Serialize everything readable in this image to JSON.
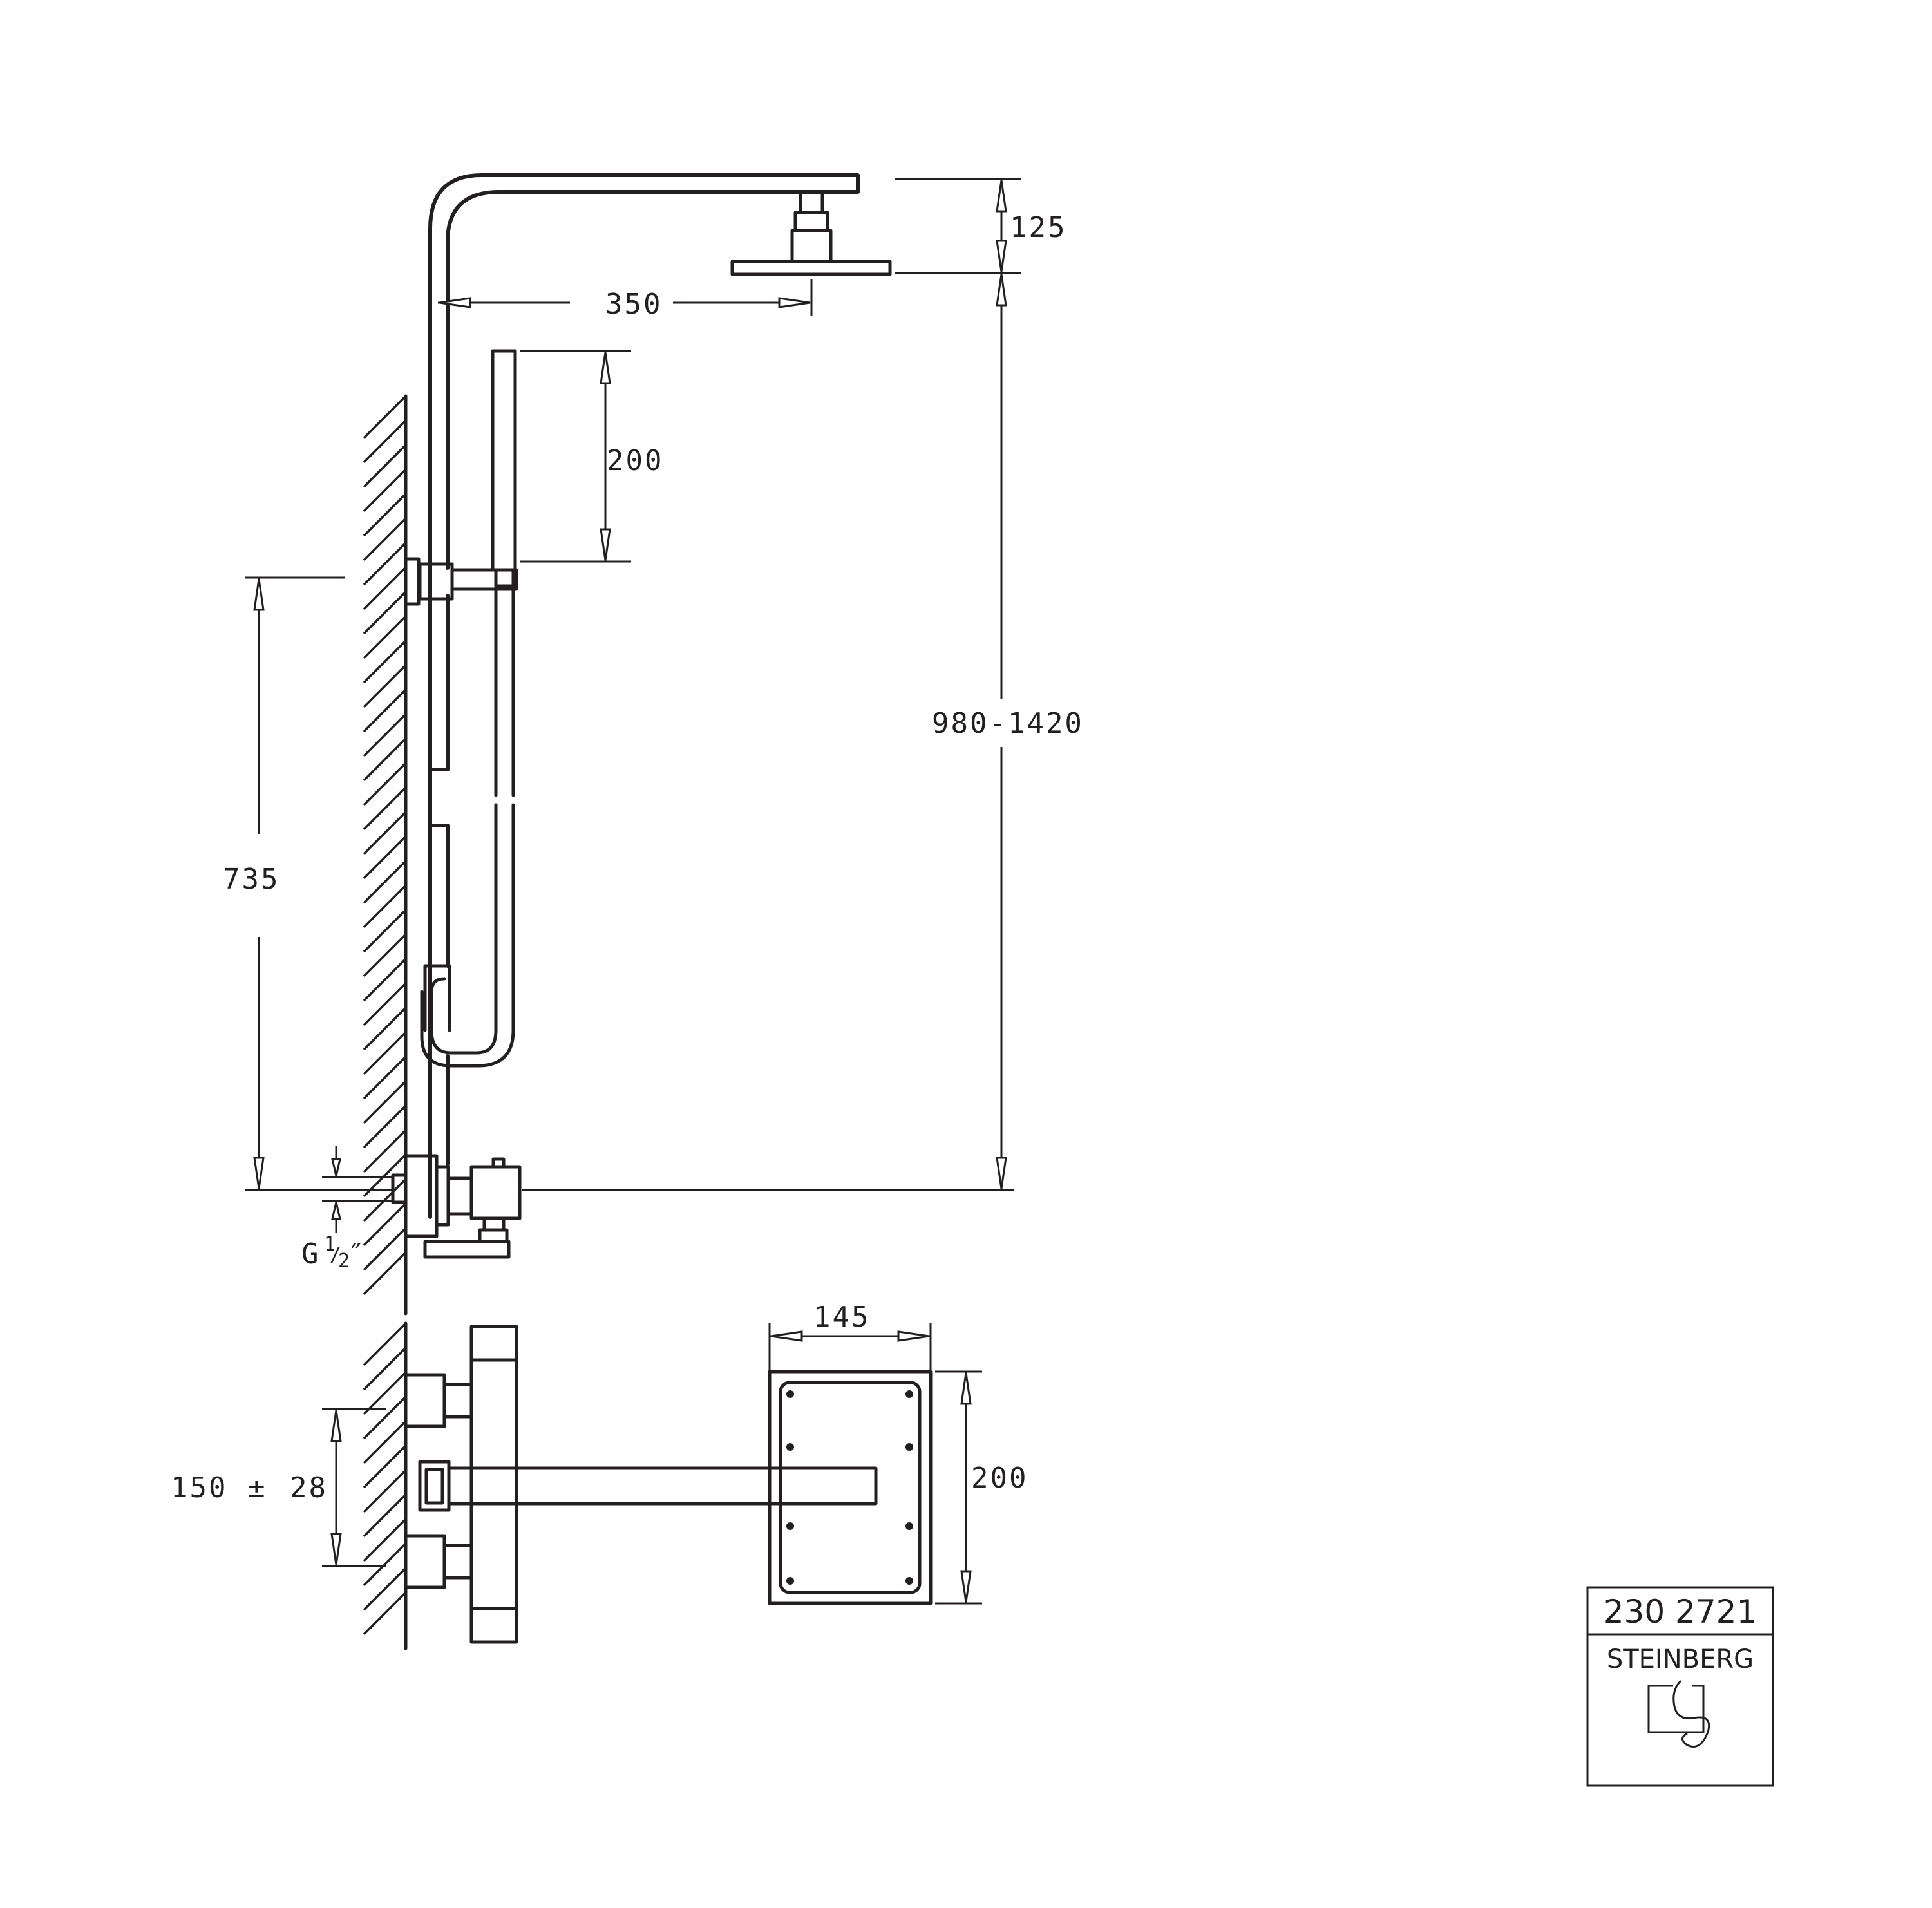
{
  "dimensions": {
    "head_height": "125",
    "arm_length": "350",
    "hand_shower_length": "200",
    "column_height": "980-1420",
    "mixer_height": "735",
    "thread": "G",
    "thread_sup": "1",
    "thread_sub": "2",
    "thread_mark": "″",
    "head_width": "145",
    "head_depth": "200",
    "connection_spacing": "150",
    "connection_pm": "±",
    "connection_tolerance": "28"
  },
  "title_block": {
    "article_number": "230 2721",
    "brand": "STEINBERG"
  },
  "icons": {
    "logo": "steinberg-logo-icon"
  }
}
